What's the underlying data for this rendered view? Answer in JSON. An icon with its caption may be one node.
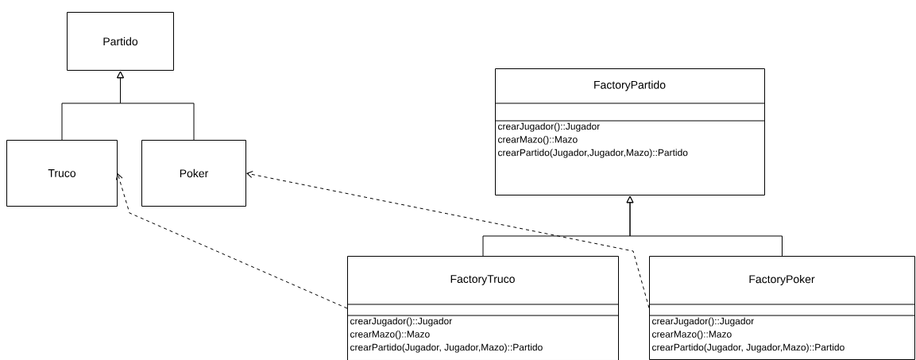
{
  "diagram": {
    "nodes": [
      {
        "text": [
          "Partido"
        ]
      },
      {
        "text": [
          "Truco"
        ]
      },
      {
        "text": [
          "Poker"
        ]
      },
      {
        "text": [
          "FactoryPartido",
          "crearJugador()::Jugador",
          "crearMazo()::Mazo",
          "crearPartido(Jugador,Jugador,Mazo)::Partido"
        ]
      },
      {
        "text": [
          "FactoryTruco",
          "crearJugador()::Jugador",
          "crearMazo()::Mazo",
          "crearPartido(Jugador, Jugador,Mazo)::Partido"
        ]
      },
      {
        "text": [
          "FactoryPoker",
          "crearJugador()::Jugador",
          "crearMazo()::Mazo",
          "crearPartido(Jugador, Jugador,Mazo)::Partido"
        ]
      }
    ],
    "edges": [
      {
        "from": 1,
        "to": 0,
        "arrow": "to"
      },
      {
        "from": 2,
        "to": 0,
        "arrow": "to"
      },
      {
        "from": 4,
        "to": 3,
        "arrow": "to"
      },
      {
        "from": 5,
        "to": 3,
        "arrow": "to"
      },
      {
        "from": 4,
        "to": 1,
        "arrow": "to",
        "style": "dashed"
      },
      {
        "from": 5,
        "to": 2,
        "arrow": "to",
        "style": "dashed"
      }
    ]
  }
}
